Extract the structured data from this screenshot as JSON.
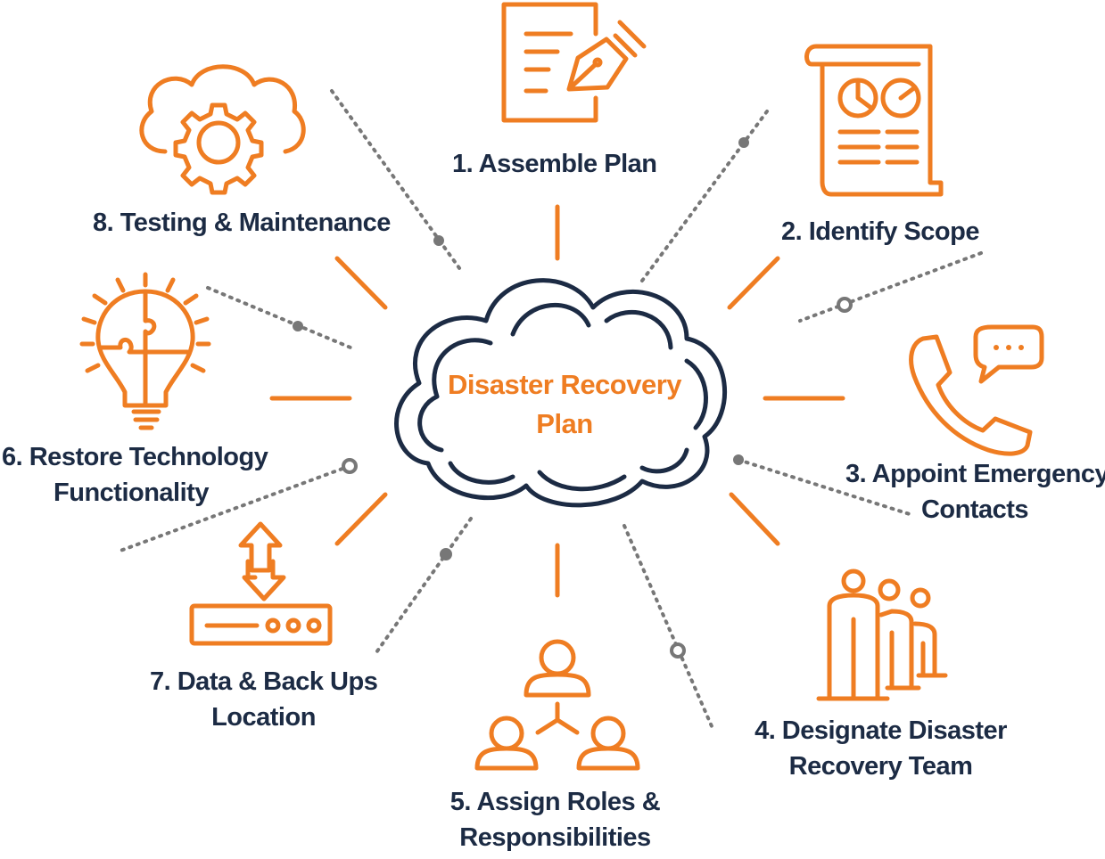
{
  "center": {
    "line1": "Disaster Recovery",
    "line2": "Plan"
  },
  "steps": [
    {
      "id": 1,
      "line1": "1. Assemble Plan",
      "line2": "",
      "icon": "document-pen-icon"
    },
    {
      "id": 2,
      "line1": "2. Identify Scope",
      "line2": "",
      "icon": "report-scroll-icon"
    },
    {
      "id": 3,
      "line1": "3. Appoint Emergency",
      "line2": "Contacts",
      "icon": "phone-chat-icon"
    },
    {
      "id": 4,
      "line1": "4. Designate Disaster",
      "line2": "Recovery Team",
      "icon": "team-icon"
    },
    {
      "id": 5,
      "line1": "5. Assign Roles &",
      "line2": "Responsibilities",
      "icon": "org-chart-icon"
    },
    {
      "id": 6,
      "line1": "6. Restore Technology",
      "line2": "Functionality",
      "icon": "lightbulb-puzzle-icon"
    },
    {
      "id": 7,
      "line1": "7. Data & Back Ups",
      "line2": "Location",
      "icon": "server-transfer-icon"
    },
    {
      "id": 8,
      "line1": "8. Testing & Maintenance",
      "line2": "",
      "icon": "cloud-gear-icon"
    }
  ],
  "colors": {
    "accent": "#ef7d22",
    "navy": "#1c2b44",
    "dotted": "#777777"
  }
}
